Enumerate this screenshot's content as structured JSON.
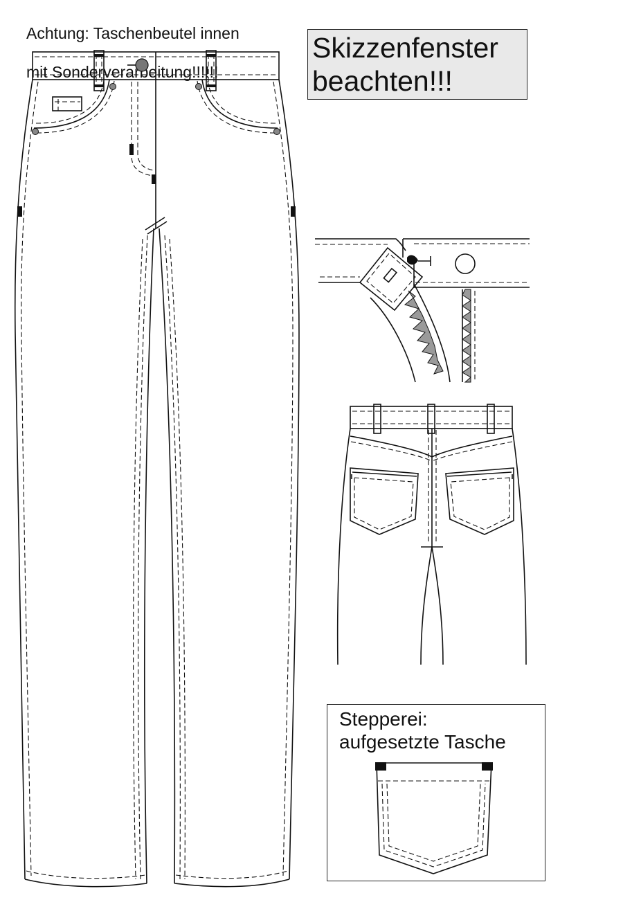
{
  "note": {
    "line1": "Achtung: Taschenbeutel innen",
    "line2": "mit Sonderverarbeitung!!!!!!"
  },
  "callout": {
    "line1": "Skizzenfenster",
    "line2": "beachten!!!"
  },
  "detail_box": {
    "title_line1": "Stepperei:",
    "title_line2": "aufgesetzte Tasche"
  },
  "colors": {
    "line": "#111111",
    "callout_fill": "#e9e9e9",
    "zipper_fill": "#9a9a9a"
  }
}
